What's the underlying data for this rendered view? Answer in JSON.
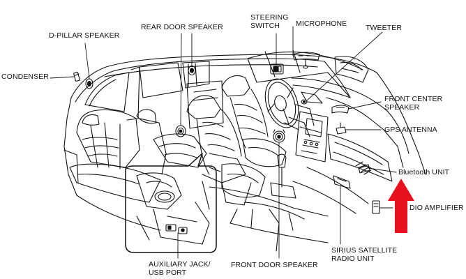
{
  "labels": {
    "condenser": "CONDENSER",
    "d_pillar_speaker": "D-PILLAR SPEAKER",
    "rear_door_speaker": "REAR DOOR SPEAKER",
    "steering_switch_1": "STEERING",
    "steering_switch_2": "SWITCH",
    "microphone": "MICROPHONE",
    "tweeter": "TWEETER",
    "front_center_speaker_1": "FRONT CENTER",
    "front_center_speaker_2": "SPEAKER",
    "gps_antenna": "GPS ANTENNA",
    "bluetooth_unit": "Bluetooth UNIT",
    "audio_amplifier": "DIO AMPLIFIER",
    "sirius_radio_1": "SIRIUS SATELLITE",
    "sirius_radio_2": "RADIO UNIT",
    "front_door_speaker": "FRONT DOOR SPEAKER",
    "aux_jack_1": "AUXILIARY JACK/",
    "aux_jack_2": "USB PORT"
  },
  "colors": {
    "ink": "#111111",
    "arrow": "#e8101c",
    "background": "#ffffff"
  }
}
